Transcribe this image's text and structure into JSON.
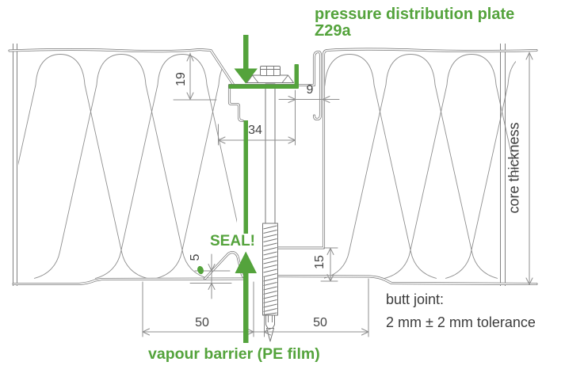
{
  "drawing": {
    "callouts": {
      "pressure_plate_1": "pressure distribution plate",
      "pressure_plate_2": "Z29a",
      "seal": "SEAL!",
      "vapour_barrier": "vapour barrier (PE film)"
    },
    "annotations": {
      "core_thickness": "core thickness",
      "butt_joint_1": "butt joint:",
      "butt_joint_2": "2 mm ± 2 mm tolerance"
    },
    "dimensions_mm": {
      "recess_depth": "19",
      "plate_to_edge": "9",
      "recess_width": "34",
      "seal_lip": "5",
      "edge_upstand": "15",
      "left_fastener_offset": "50",
      "right_fastener_offset": "50"
    },
    "colors": {
      "accent_green": "#54a33c",
      "line_gray": "#767676",
      "dim_gray": "#8f8f8f",
      "text_dark": "#3c3c3c"
    }
  }
}
